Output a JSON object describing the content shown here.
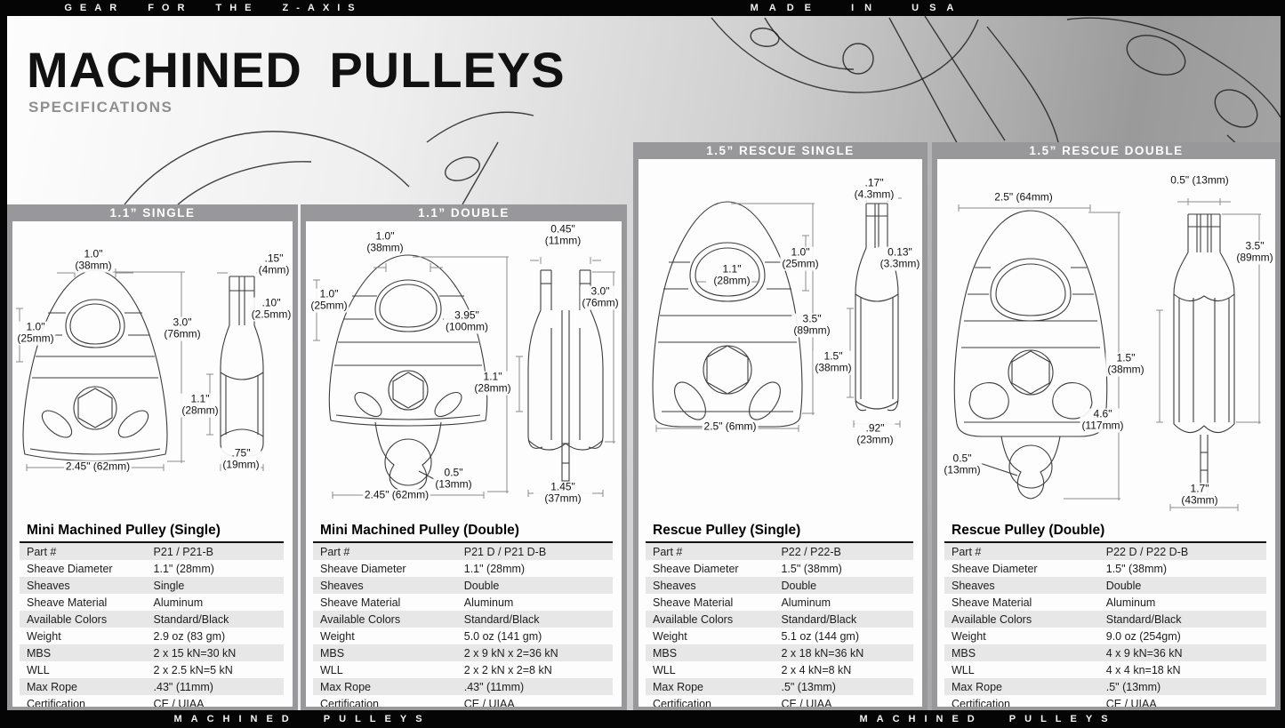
{
  "colors": {
    "bar_bg": "#050505",
    "bar_text": "#f2f2f2",
    "panel_header_bg": "#98989a",
    "panel_bg": "#fdfdfd",
    "row_stripe": "#e7e7e7",
    "title_color": "#111111",
    "subtitle_color": "#8f8f8f"
  },
  "top_bar": {
    "left": "GEAR FOR THE Z-AXIS",
    "right": "MADE IN USA"
  },
  "bottom_bar": {
    "left": "MACHINED PULLEYS",
    "right": "MACHINED PULLEYS"
  },
  "masthead": {
    "title": "MACHINED PULLEYS",
    "subtitle": "SPECIFICATIONS"
  },
  "panels": [
    {
      "header": "1.1” SINGLE",
      "table": {
        "title": "Mini Machined Pulley (Single)",
        "rows": [
          {
            "label": "Part #",
            "value": "P21 / P21-B"
          },
          {
            "label": "Sheave Diameter",
            "value": "1.1\" (28mm)"
          },
          {
            "label": "Sheaves",
            "value": "Single"
          },
          {
            "label": "Sheave Material",
            "value": "Aluminum"
          },
          {
            "label": "Available Colors",
            "value": "Standard/Black"
          },
          {
            "label": "Weight",
            "value": "2.9 oz (83 gm)"
          },
          {
            "label": "MBS",
            "value": "2 x 15 kN=30 kN"
          },
          {
            "label": "WLL",
            "value": "2 x 2.5 kN=5 kN"
          },
          {
            "label": "Max Rope",
            "value": ".43\" (11mm)"
          },
          {
            "label": "Certification",
            "value": "CE / UIAA"
          }
        ]
      },
      "dims": [
        "1.0\"\n(38mm)",
        ".15\"\n(4mm)",
        "1.0\"\n(25mm)",
        ".10\"\n(2.5mm)",
        "3.0\"\n(76mm)",
        "1.1\"\n(28mm)",
        "2.45\" (62mm)",
        ".75\"\n(19mm)"
      ]
    },
    {
      "header": "1.1” DOUBLE",
      "table": {
        "title": "Mini Machined Pulley (Double)",
        "rows": [
          {
            "label": "Part #",
            "value": "P21 D / P21 D-B"
          },
          {
            "label": "Sheave Diameter",
            "value": "1.1\" (28mm)"
          },
          {
            "label": "Sheaves",
            "value": "Double"
          },
          {
            "label": "Sheave Material",
            "value": "Aluminum"
          },
          {
            "label": "Available Colors",
            "value": "Standard/Black"
          },
          {
            "label": "Weight",
            "value": "5.0 oz (141 gm)"
          },
          {
            "label": "MBS",
            "value": "2 x 9 kN x 2=36 kN"
          },
          {
            "label": "WLL",
            "value": "2 x 2 kN x 2=8 kN"
          },
          {
            "label": "Max Rope",
            "value": ".43\" (11mm)"
          },
          {
            "label": "Certification",
            "value": "CE / UIAA"
          }
        ]
      },
      "dims": [
        "1.0\"\n(38mm)",
        "0.45\" (11mm)",
        "1.0\"\n(25mm)",
        "3.95\"\n(100mm)",
        "3.0\"\n(76mm)",
        "1.1\"\n(28mm)",
        "0.5\"\n(13mm)",
        "2.45\" (62mm)",
        "1.45\" (37mm)"
      ]
    },
    {
      "header": "1.5” RESCUE SINGLE",
      "table": {
        "title": "Rescue Pulley (Single)",
        "rows": [
          {
            "label": "Part #",
            "value": "P22 / P22-B"
          },
          {
            "label": "Sheave Diameter",
            "value": "1.5\" (38mm)"
          },
          {
            "label": "Sheaves",
            "value": "Double"
          },
          {
            "label": "Sheave Material",
            "value": "Aluminum"
          },
          {
            "label": "Available Colors",
            "value": "Standard/Black"
          },
          {
            "label": "Weight",
            "value": "5.1 oz (144 gm)"
          },
          {
            "label": "MBS",
            "value": "2 x 18 kN=36 kN"
          },
          {
            "label": "WLL",
            "value": "2 x 4 kN=8 kN"
          },
          {
            "label": "Max Rope",
            "value": ".5\" (13mm)"
          },
          {
            "label": "Certification",
            "value": "CE / UIAA"
          }
        ]
      },
      "dims": [
        ".17\" (4.3mm)",
        "1.1\"\n(28mm)",
        "1.0\"\n(25mm)",
        "0.13\"\n(3.3mm)",
        "3.5\"\n(89mm)",
        "1.5\"\n(38mm)",
        "2.5\" (6mm)",
        ".92\"\n(23mm)"
      ]
    },
    {
      "header": "1.5” RESCUE DOUBLE",
      "table": {
        "title": "Rescue Pulley (Double)",
        "rows": [
          {
            "label": "Part #",
            "value": "P22 D / P22 D-B"
          },
          {
            "label": "Sheave Diameter",
            "value": "1.5\" (38mm)"
          },
          {
            "label": "Sheaves",
            "value": "Double"
          },
          {
            "label": "Sheave Material",
            "value": "Aluminum"
          },
          {
            "label": "Available Colors",
            "value": "Standard/Black"
          },
          {
            "label": "Weight",
            "value": "9.0 oz (254gm)"
          },
          {
            "label": "MBS",
            "value": "4 x 9 kN=36 kN"
          },
          {
            "label": "WLL",
            "value": "4 x 4 kn=18 kN"
          },
          {
            "label": "Max Rope",
            "value": ".5\" (13mm)"
          },
          {
            "label": "Certification",
            "value": "CE / UIAA"
          }
        ]
      },
      "dims": [
        "2.5\" (64mm)",
        "0.5\" (13mm)",
        "3.5\"\n(89mm)",
        "1.5\"\n(38mm)",
        "4.6\"\n(117mm)",
        "0.5\"\n(13mm)",
        "1.7\"\n(43mm)"
      ]
    }
  ]
}
